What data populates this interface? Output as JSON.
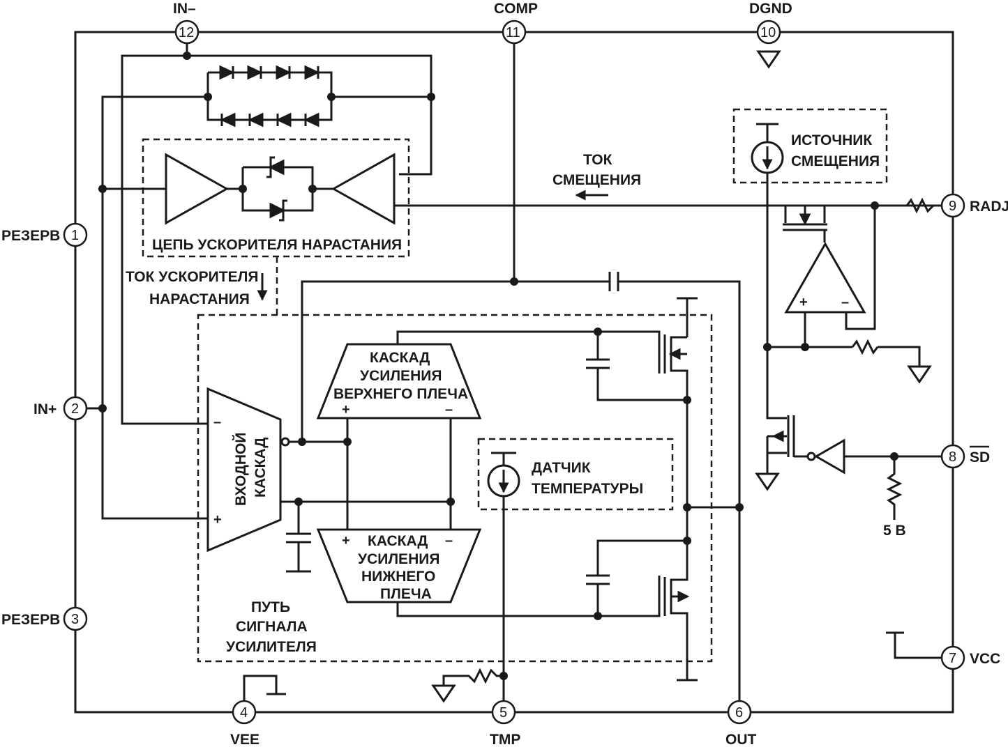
{
  "pins": [
    {
      "number": "1",
      "name": "РЕЗЕРВ"
    },
    {
      "number": "2",
      "name": "IN+"
    },
    {
      "number": "3",
      "name": "РЕЗЕРВ"
    },
    {
      "number": "4",
      "name": "VEE"
    },
    {
      "number": "5",
      "name": "TMP"
    },
    {
      "number": "6",
      "name": "OUT"
    },
    {
      "number": "7",
      "name": "VCC"
    },
    {
      "number": "8",
      "name": "SD"
    },
    {
      "number": "9",
      "name": "RADJ"
    },
    {
      "number": "10",
      "name": "DGND"
    },
    {
      "number": "11",
      "name": "COMP"
    },
    {
      "number": "12",
      "name": "IN–"
    }
  ],
  "blocks": {
    "slew_booster": "ЦЕПЬ УСКОРИТЕЛЯ НАРАСТАНИЯ",
    "booster_current": [
      "ТОК УСКОРИТЕЛЯ",
      "НАРАСТАНИЯ"
    ],
    "bias_current": [
      "ТОК",
      "СМЕЩЕНИЯ"
    ],
    "bias_source": [
      "ИСТОЧНИК",
      "СМЕЩЕНИЯ"
    ],
    "input_stage": [
      "ВХОДНОЙ",
      "КАСКАД"
    ],
    "high_side": [
      "КАСКАД",
      "УСИЛЕНИЯ",
      "ВЕРХНЕГО ПЛЕЧА"
    ],
    "low_side": [
      "КАСКАД",
      "УСИЛЕНИЯ",
      "НИЖНЕГО",
      "ПЛЕЧА"
    ],
    "temp_sensor": [
      "ДАТЧИК",
      "ТЕМПЕРАТУРЫ"
    ],
    "signal_path": [
      "ПУТЬ",
      "СИГНАЛА",
      "УСИЛИТЕЛЯ"
    ],
    "supply_5v": "5 В"
  },
  "signs": {
    "plus": "+",
    "minus": "–"
  }
}
